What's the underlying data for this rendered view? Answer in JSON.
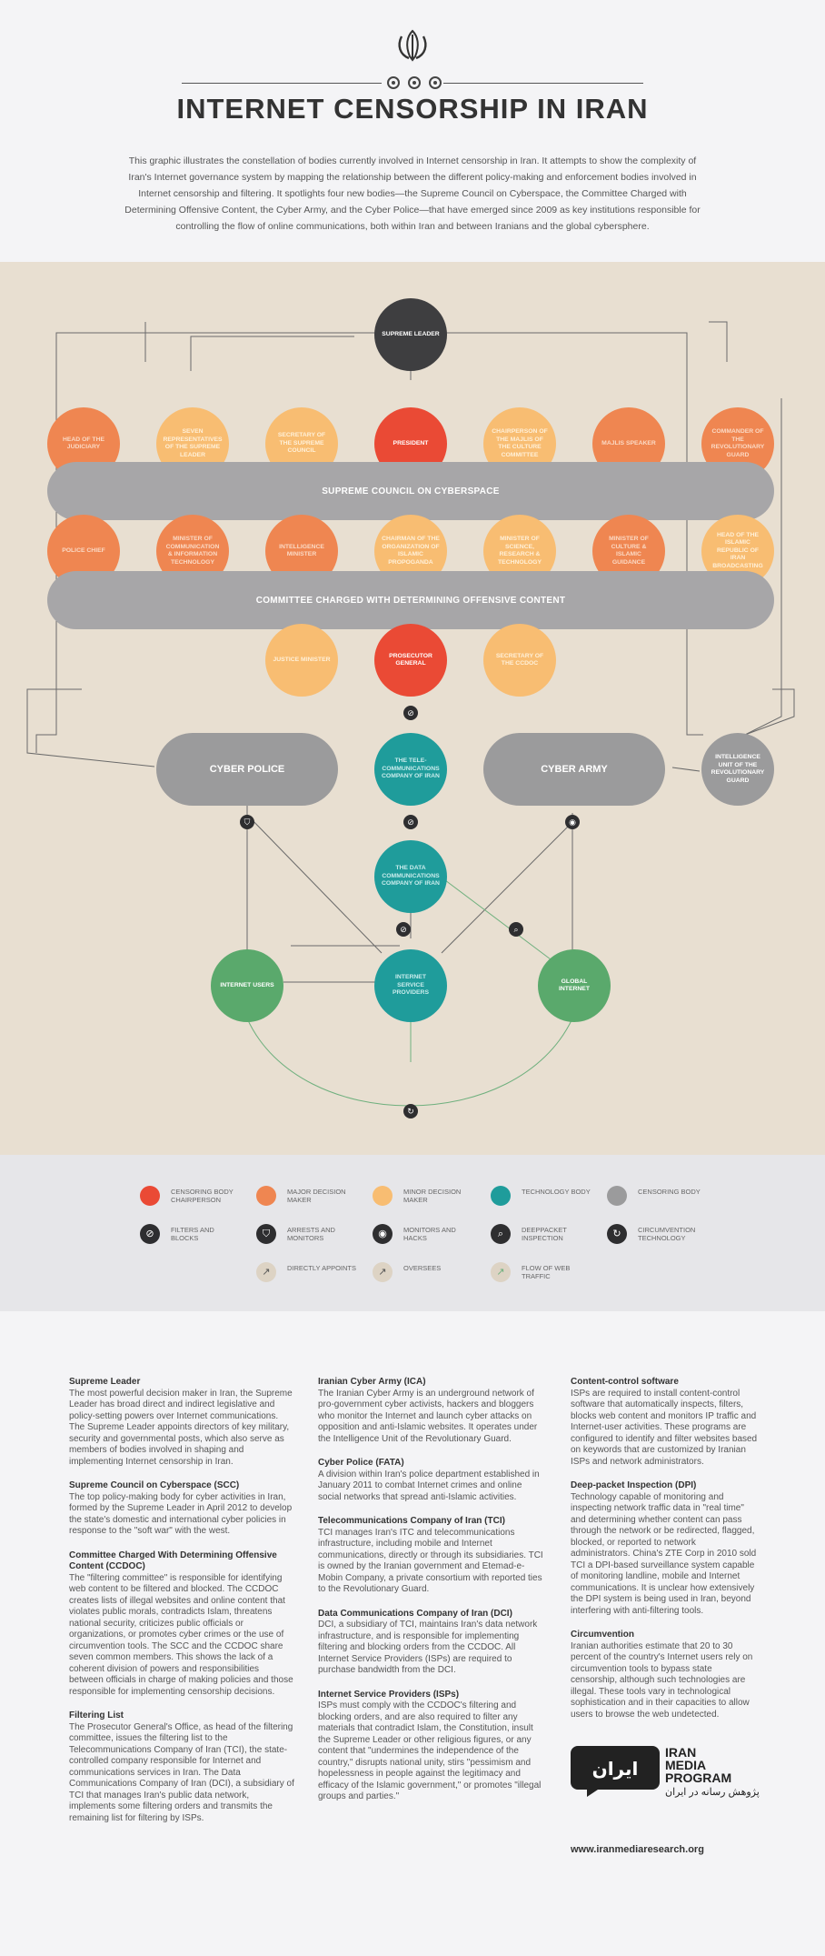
{
  "header": {
    "title": "INTERNET CENSORSHIP IN IRAN",
    "intro": "This graphic illustrates the constellation of bodies currently involved in Internet censorship in Iran. It attempts to show the complexity of Iran's Internet governance system by mapping the relationship between the different policy-making and enforcement bodies involved in Internet censorship and filtering. It spotlights four new bodies—the Supreme Council on Cyberspace, the Committee Charged with Determining Offensive Content, the Cyber Army, and the Cyber Police—that have emerged since 2009 as key institutions responsible for controlling the flow of online communications, both within Iran and between Iranians and the global cybersphere."
  },
  "diagram": {
    "supreme_leader": "SUPREME LEADER",
    "row1": [
      "HEAD OF THE JUDICIARY",
      "SEVEN REPRESENTATIVES OF THE SUPREME LEADER",
      "SECRETARY OF THE SUPREME COUNCIL",
      "PRESIDENT",
      "CHAIRPERSON OF THE MAJLIS OF THE CULTURE COMMITTEE",
      "MAJLIS SPEAKER",
      "COMMANDER OF THE REVOLUTIONARY GUARD"
    ],
    "scc_band": "SUPREME COUNCIL ON CYBERSPACE",
    "row2": [
      "POLICE CHIEF",
      "MINISTER OF COMMUNICATION & INFORMATION TECHNOLOGY",
      "INTELLIGENCE MINISTER",
      "CHAIRMAN OF THE ORGANIZATION OF ISLAMIC PROPOGANDA",
      "MINISTER OF SCIENCE, RESEARCH & TECHNOLOGY",
      "MINISTER OF CULTURE & ISLAMIC GUIDANCE",
      "HEAD OF THE ISLAMIC REPUBLIC OF IRAN BROADCASTING"
    ],
    "ccdoc_band": "COMMITTEE CHARGED WITH DETERMINING OFFENSIVE CONTENT",
    "row3": [
      "JUSTICE MINISTER",
      "PROSECUTOR GENERAL",
      "SECRETARY OF THE CCDOC"
    ],
    "cyber_police": "CYBER POLICE",
    "tci": "THE TELE-COMMUNICATIONS COMPANY OF IRAN",
    "cyber_army": "CYBER ARMY",
    "iu_guard": "INTELLIGENCE UNIT OF THE REVOLUTIONARY GUARD",
    "dci": "THE DATA COMMUNICATIONS COMPANY OF IRAN",
    "internet_users": "INTERNET USERS",
    "isp": "INTERNET SERVICE PROVIDERS",
    "global_internet": "GLOBAL INTERNET"
  },
  "legend": [
    {
      "label": "CENSORING BODY CHAIRPERSON",
      "color": "#ea4a35",
      "icon": "circle"
    },
    {
      "label": "MAJOR DECISION MAKER",
      "color": "#ef8651",
      "icon": "circle"
    },
    {
      "label": "MINOR DECISION MAKER",
      "color": "#f8bd72",
      "icon": "circle"
    },
    {
      "label": "TECHNOLOGY BODY",
      "color": "#1f9c9b",
      "icon": "circle"
    },
    {
      "label": "CENSORING BODY",
      "color": "#9b9b9c",
      "icon": "circle"
    },
    {
      "label": "FILTERS AND BLOCKS",
      "color": "#2e2e30",
      "icon": "no-entry-icon"
    },
    {
      "label": "ARRESTS AND MONITORS",
      "color": "#2e2e30",
      "icon": "shield-icon"
    },
    {
      "label": "MONITORS AND HACKS",
      "color": "#2e2e30",
      "icon": "eye-icon"
    },
    {
      "label": "DEEPPACKET INSPECTION",
      "color": "#2e2e30",
      "icon": "magnifier-icon"
    },
    {
      "label": "CIRCUMVENTION TECHNOLOGY",
      "color": "#2e2e30",
      "icon": "circular-arrow-icon"
    },
    {
      "label": "DIRECTLY APPOINTS",
      "color": "#ddd3c4",
      "icon": "arrow-icon"
    },
    {
      "label": "OVERSEES",
      "color": "#ddd3c4",
      "icon": "arrow-icon"
    },
    {
      "label": "FLOW OF WEB TRAFFIC",
      "color": "#ddd3c4",
      "icon": "arrow-icon"
    }
  ],
  "col1": [
    {
      "h": "Supreme Leader",
      "p": "The most powerful decision maker in Iran, the Supreme Leader has broad direct and indirect legislative and policy-setting powers over Internet communications. The Supreme Leader appoints directors of key military, security and governmental posts, which also serve as members of bodies involved in shaping and implementing Internet censorship in Iran."
    },
    {
      "h": "Supreme Council on Cyberspace (SCC)",
      "p": "The top policy-making body for cyber activities in Iran, formed by the Supreme Leader in April 2012 to develop the state's domestic and international cyber policies in response to the \"soft war\" with the west."
    },
    {
      "h": "Committee Charged With Determining Offensive Content (CCDOC)",
      "p": "The \"filtering committee\" is responsible for identifying web content to be filtered and blocked. The CCDOC creates lists of illegal websites and online content that violates public morals, contradicts Islam, threatens national security, criticizes public officials or organizations, or promotes cyber crimes or the use of circumvention tools. The SCC and the CCDOC share seven common members. This shows the lack of a coherent division of powers and responsibilities between officials in charge of making policies and those responsible for implementing censorship decisions."
    },
    {
      "h": "Filtering List",
      "p": "The Prosecutor General's Office, as head of the filtering committee, issues the filtering list to the Telecommunications Company of Iran (TCI), the state-controlled company responsible for Internet and communications services in Iran. The Data Communications Company of Iran (DCI), a subsidiary of TCI that manages Iran's public data network, implements some filtering orders and transmits the remaining list for filtering by ISPs."
    }
  ],
  "col2": [
    {
      "h": "Iranian Cyber Army (ICA)",
      "p": "The Iranian Cyber Army is an underground network of pro-government cyber activists, hackers and bloggers who monitor the Internet and launch cyber attacks on opposition and anti-Islamic websites. It operates under the Intelligence Unit of the Revolutionary Guard."
    },
    {
      "h": "Cyber Police (FATA)",
      "p": "A division within Iran's police department established in January 2011 to combat Internet crimes and online social networks that spread anti-Islamic activities."
    },
    {
      "h": "Telecommunications Company of Iran (TCI)",
      "p": "TCI manages Iran's ITC and telecommunications infrastructure, including mobile and Internet communications, directly or through its subsidiaries. TCI is owned by the Iranian government and Etemad-e-Mobin Company, a private consortium with reported ties to the Revolutionary Guard."
    },
    {
      "h": "Data Communications Company of Iran (DCI)",
      "p": "DCI, a subsidiary of TCI, maintains Iran's data network infrastructure, and is responsible for implementing filtering and blocking orders from the CCDOC. All Internet Service Providers (ISPs) are required to purchase bandwidth from the DCI."
    },
    {
      "h": "Internet Service Providers (ISPs)",
      "p": "ISPs must comply with the CCDOC's filtering and blocking orders, and are also required to filter any materials that contradict Islam, the Constitution, insult the Supreme Leader or other religious figures, or any content that \"undermines the independence of the country,\" disrupts national unity, stirs \"pessimism and hopelessness in people against the legitimacy and efficacy of the Islamic government,\" or promotes \"illegal groups and parties.\""
    }
  ],
  "col3": [
    {
      "h": "Content-control software",
      "p": "ISPs are required to install content-control software that automatically inspects, filters, blocks web content and monitors IP traffic and Internet-user activities. These programs are configured to identify and filter websites based on keywords that are customized by Iranian ISPs and network administrators."
    },
    {
      "h": "Deep-packet Inspection (DPI)",
      "p": "Technology capable of monitoring and inspecting network traffic data in \"real time\" and determining whether content can pass through the network or be redirected, flagged, blocked, or reported to network administrators. China's ZTE Corp in 2010 sold TCI a DPI-based surveillance system capable of monitoring landline, mobile and Internet communications. It is unclear how extensively the DPI system is being used in Iran, beyond interfering with anti-filtering tools."
    },
    {
      "h": "Circumvention",
      "p": "Iranian authorities estimate that 20 to 30 percent of the country's Internet users rely on circumvention tools to bypass state censorship, although such technologies are illegal. These tools vary in technological sophistication and in their capacities to allow users to browse the web undetected."
    }
  ],
  "brand": {
    "name1": "IRAN",
    "name2": "MEDIA",
    "name3": "PROGRAM",
    "fa": "پژوهش رسانه در ایران",
    "url": "www.iranmediaresearch.org",
    "logo_text": "ایران"
  }
}
